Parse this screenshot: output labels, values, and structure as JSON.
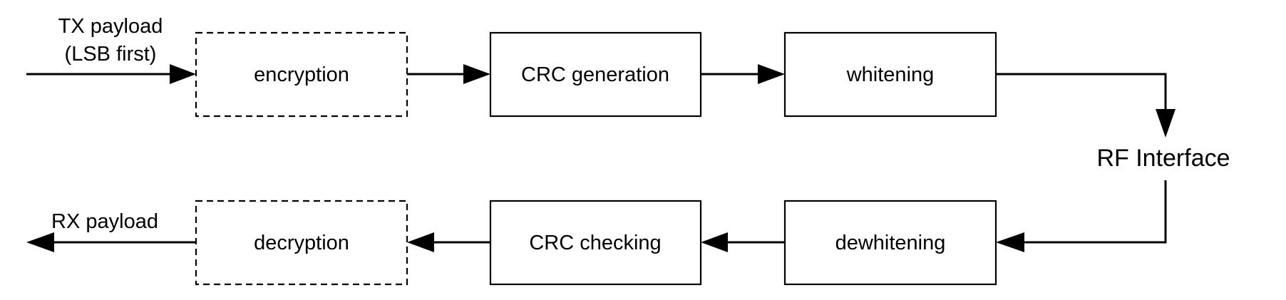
{
  "tx": {
    "input_label_line1": "TX payload",
    "input_label_line2": "(LSB first)",
    "stages": [
      "encryption",
      "CRC generation",
      "whitening"
    ]
  },
  "rf_interface_label": "RF Interface",
  "rx": {
    "stages": [
      "dewhitening",
      "CRC checking",
      "decryption"
    ],
    "output_label": "RX payload"
  },
  "optional_stages": [
    "encryption",
    "decryption"
  ]
}
